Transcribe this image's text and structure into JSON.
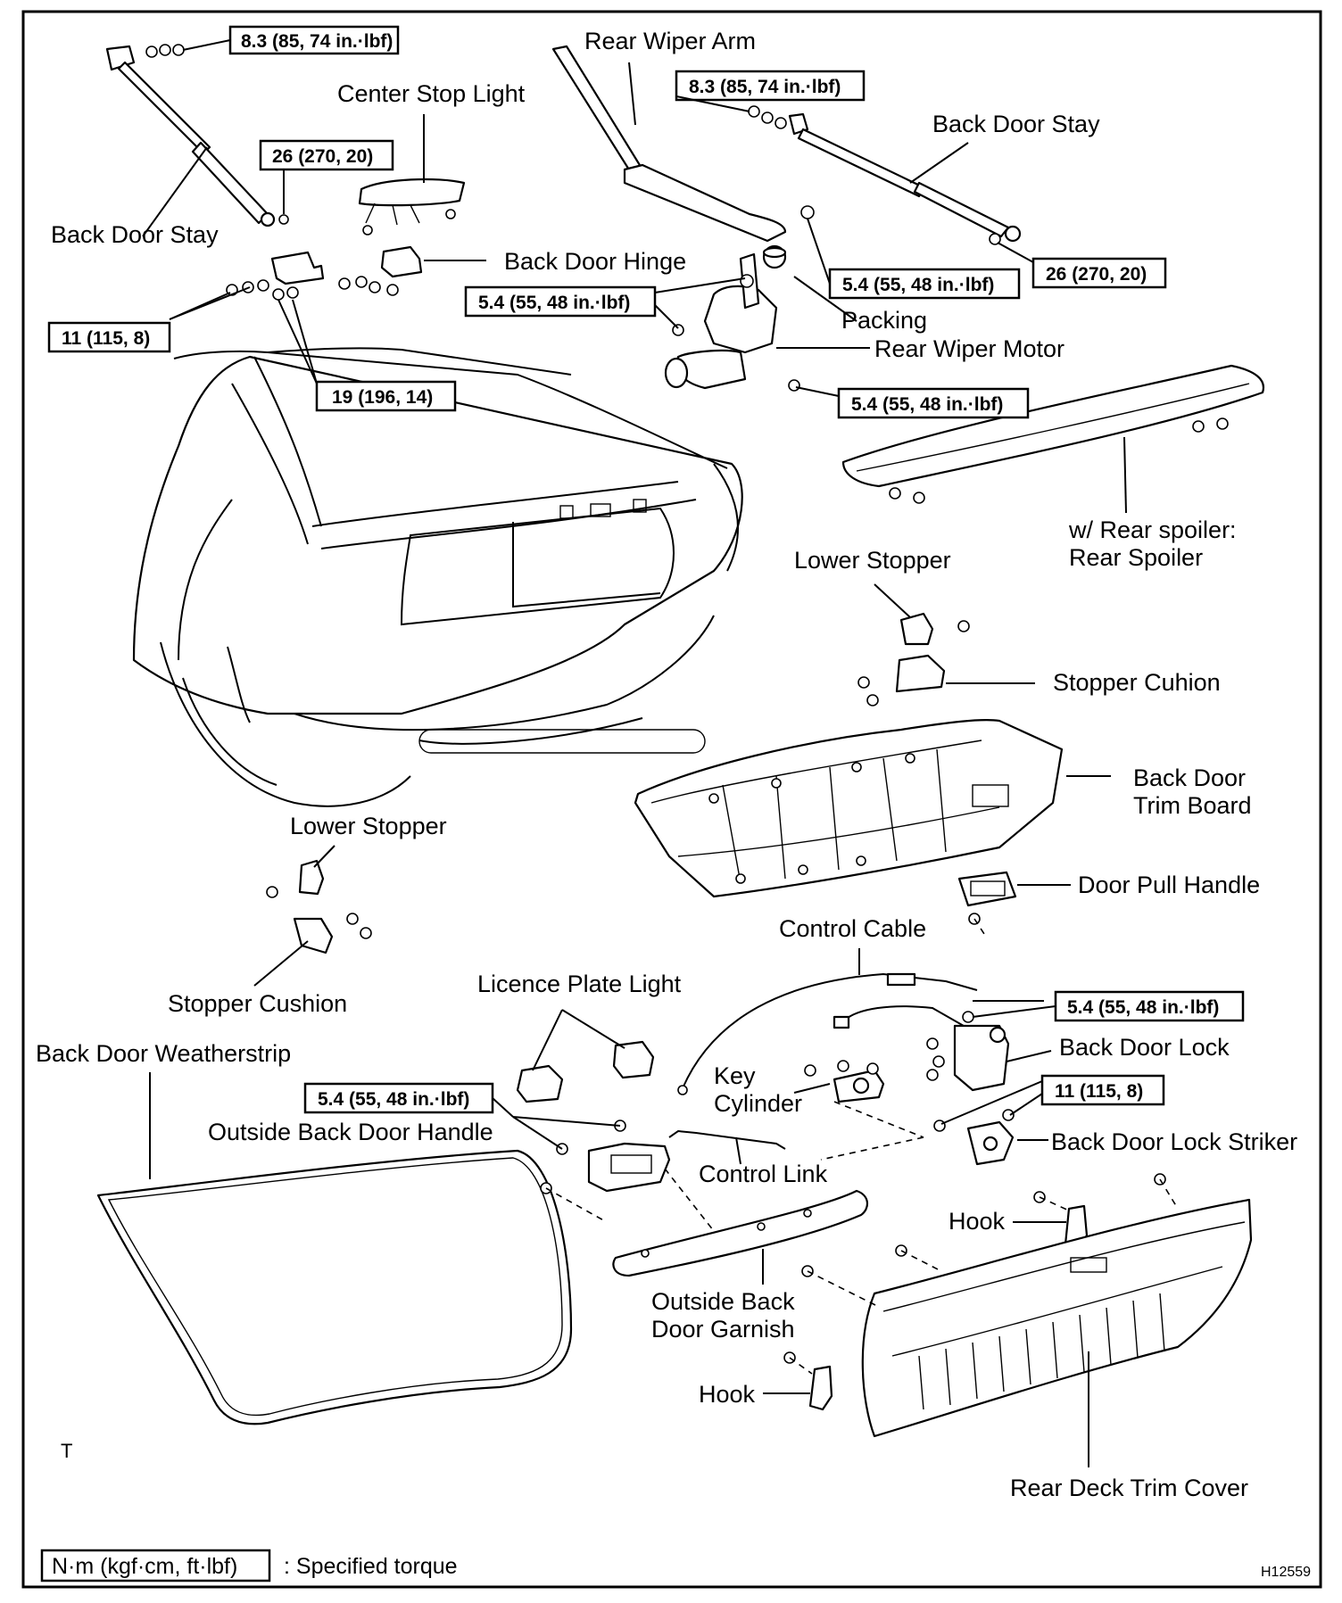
{
  "labels": {
    "back_door_stay_left": "Back Door Stay",
    "center_stop_light": "Center Stop Light",
    "rear_wiper_arm": "Rear Wiper Arm",
    "back_door_stay_right": "Back Door Stay",
    "back_door_hinge": "Back Door Hinge",
    "packing": "Packing",
    "rear_wiper_motor": "Rear Wiper Motor",
    "rear_spoiler_line1": "w/ Rear spoiler:",
    "rear_spoiler_line2": "Rear Spoiler",
    "lower_stopper_right": "Lower Stopper",
    "stopper_cuhion": "Stopper Cuhion",
    "back_door_trim_board_line1": "Back Door",
    "back_door_trim_board_line2": "Trim Board",
    "door_pull_handle": "Door Pull Handle",
    "lower_stopper_left": "Lower Stopper",
    "stopper_cushion_left": "Stopper Cushion",
    "control_cable": "Control Cable",
    "licence_plate_light": "Licence Plate Light",
    "back_door_weatherstrip": "Back Door Weatherstrip",
    "back_door_lock": "Back Door Lock",
    "key_cylinder_line1": "Key",
    "key_cylinder_line2": "Cylinder",
    "outside_back_door_handle": "Outside Back Door Handle",
    "back_door_lock_striker": "Back Door Lock Striker",
    "control_link": "Control Link",
    "hook_right": "Hook",
    "outside_back_door_garnish_line1": "Outside Back",
    "outside_back_door_garnish_line2": "Door Garnish",
    "hook_left": "Hook",
    "rear_deck_trim_cover": "Rear Deck Trim Cover",
    "corner_mark": "T"
  },
  "torques": {
    "stay_upper_left": "8.3 (85, 74 in.·lbf)",
    "stay_lower_left": "26 (270, 20)",
    "hinge_left": "11 (115, 8)",
    "hinge_body": "19 (196, 14)",
    "stay_upper_right": "8.3 (85, 74 in.·lbf)",
    "wiper_arm_nut": "5.4 (55, 48 in.·lbf)",
    "stay_lower_right": "26 (270, 20)",
    "wiper_motor_upper": "5.4 (55, 48 in.·lbf)",
    "wiper_motor_lower": "5.4 (55, 48 in.·lbf)",
    "lock": "5.4 (55, 48 in.·lbf)",
    "striker": "11 (115, 8)",
    "handle": "5.4 (55, 48 in.·lbf)"
  },
  "legend": {
    "unit_box": "N·m (kgf·cm, ft·lbf)",
    "text": ": Specified torque"
  },
  "figure_id": "H12559"
}
